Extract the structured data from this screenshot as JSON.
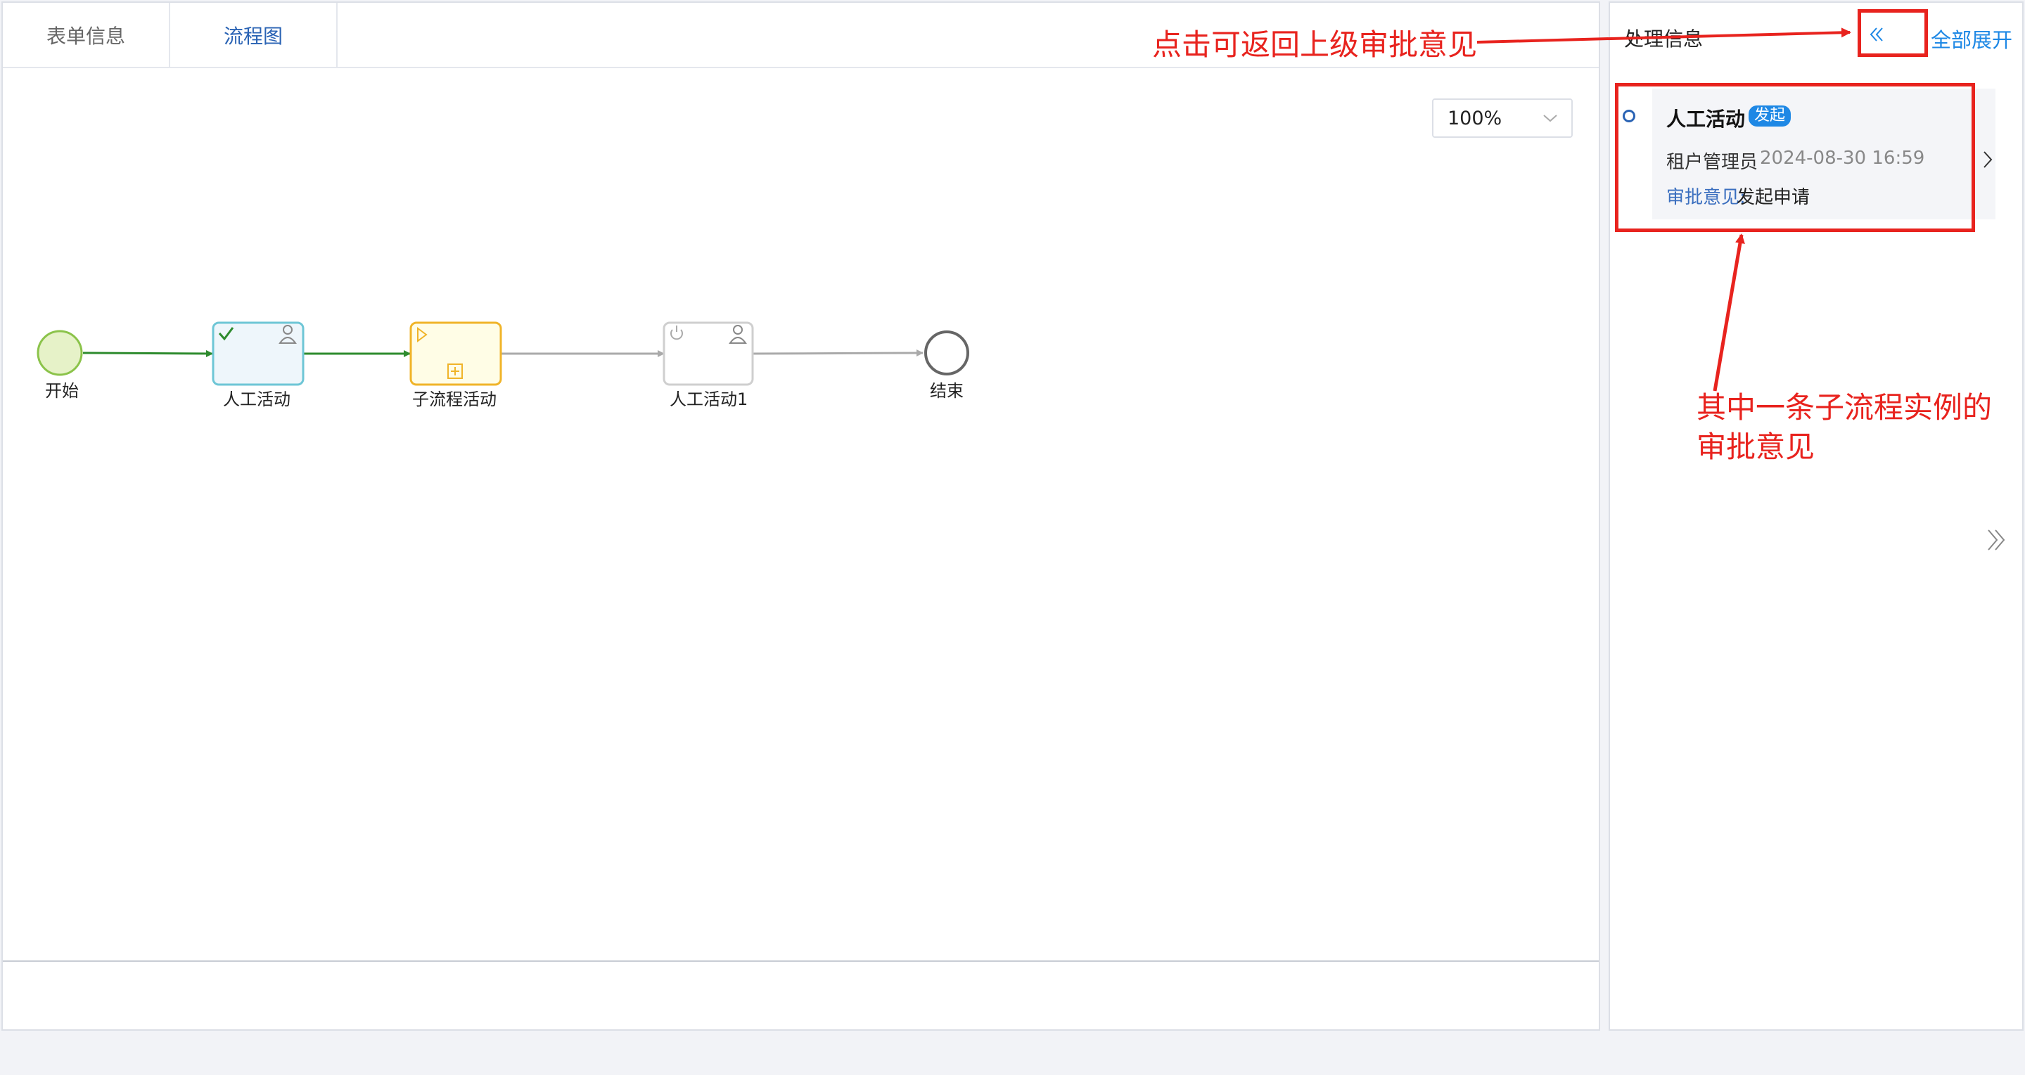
{
  "tabs": [
    {
      "label": "表单信息",
      "active": false
    },
    {
      "label": "流程图",
      "active": true
    }
  ],
  "zoom": {
    "value": "100%"
  },
  "diagram": {
    "nodes": {
      "start": "开始",
      "task1": "人工活动",
      "subprocess": "子流程活动",
      "task2": "人工活动1",
      "end": "结束"
    }
  },
  "side_panel": {
    "title": "处理信息",
    "expand_all": "全部展开",
    "record": {
      "activity": "人工活动",
      "badge": "发起",
      "user": "租户管理员",
      "time": "2024-08-30 16:59",
      "opinion_label": "审批意见:",
      "opinion_value": "发起申请"
    }
  },
  "annotations": {
    "back_hint": "点击可返回上级审批意见",
    "record_hint_line1": "其中一条子流程实例的",
    "record_hint_line2": "审批意见"
  },
  "colors": {
    "accent": "#1e88e5",
    "annotation_red": "#e8231e",
    "completed_green": "#2e8b2e",
    "subprocess_yellow": "#f0b429"
  }
}
